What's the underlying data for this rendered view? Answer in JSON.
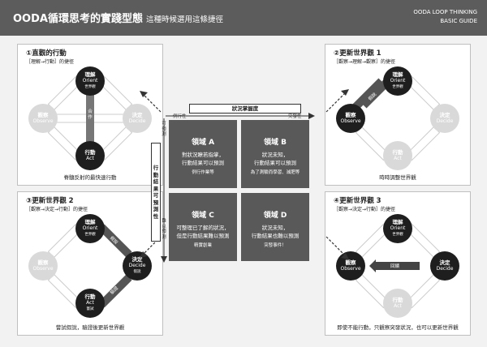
{
  "header": {
    "title": "OODA循環思考的實踐型態",
    "subtitle": "這種時候選用這條捷徑",
    "brand_line1": "OODA LOOP THINKING",
    "brand_line2": "BASIC GUIDE"
  },
  "nodes": {
    "orient": {
      "zh": "理解",
      "en": "Orient",
      "sub": "世界觀"
    },
    "observe": {
      "zh": "觀察",
      "en": "Observe"
    },
    "decide": {
      "zh": "決定",
      "en": "Decide"
    },
    "act": {
      "zh": "行動",
      "en": "Act"
    },
    "decide_sub": "假說",
    "act_sub": "嘗試"
  },
  "panels": [
    {
      "head": "①直觀的行動",
      "sub": "［理解→行動］的捷徑",
      "caption": "脊髓反射的最快速行動",
      "bar": "合作"
    },
    {
      "head": "②更新世界觀 1",
      "sub": "［觀察→理解→觀察］的捷徑",
      "caption": "時時調整世界觀",
      "tag1": "分析",
      "tag2": "假說"
    },
    {
      "head": "③更新世界觀 2",
      "sub": "［觀察→決定→行動］的捷徑",
      "caption": "嘗試假說，驗證後更新世界觀",
      "tag1": "假說",
      "tag2": "驗證"
    },
    {
      "head": "④更新世界觀 3",
      "sub": "［觀察→決定→行動］的捷徑",
      "caption": "即使不能行動，只觀察突發狀況，也可以更新世界觀",
      "tag1": "回饋"
    }
  ],
  "center": {
    "top_axis": "狀況掌握度",
    "top_left": "例行性",
    "top_right": "突發性",
    "left_axis": "行動結果可預測性",
    "left_top": "可預測",
    "left_bottom": "難以預測",
    "quadrants": [
      {
        "title": "領域 A",
        "l1": "對狀況瞭若指掌，",
        "l2": "行動結果可以預測",
        "ex": "例行作業等"
      },
      {
        "title": "領域 B",
        "l1": "狀況未知，",
        "l2": "行動結果可以預測",
        "ex": "為了測驗而學習、減肥等"
      },
      {
        "title": "領域 C",
        "l1": "可整理已了解的狀況，",
        "l2": "但是行動結果難以預測",
        "ex": "精實創業"
      },
      {
        "title": "領域 D",
        "l1": "狀況未知，",
        "l2": "行動結果也難以預測",
        "ex": "突發事件！"
      }
    ]
  }
}
